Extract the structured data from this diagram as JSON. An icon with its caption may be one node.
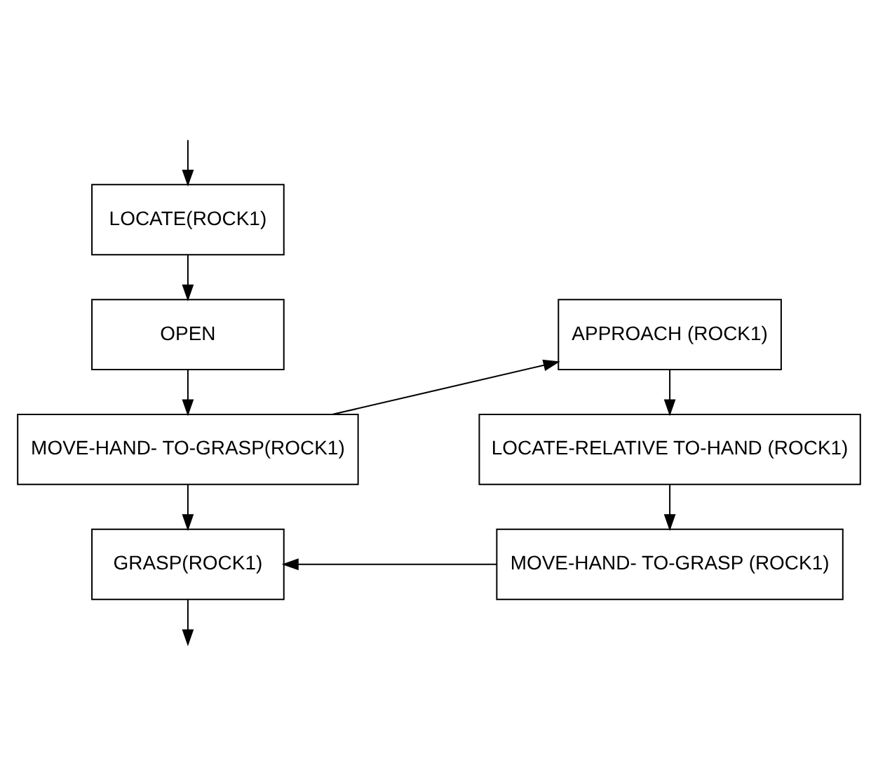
{
  "diagram": {
    "nodes": [
      {
        "text": [
          "LOCATE(ROCK1)"
        ]
      },
      {
        "text": [
          "OPEN"
        ]
      },
      {
        "text": [
          "MOVE-HAND- TO-GRASP(ROCK1)"
        ]
      },
      {
        "text": [
          "GRASP(ROCK1)"
        ]
      },
      {
        "text": [
          "APPROACH (ROCK1)"
        ]
      },
      {
        "text": [
          "LOCATE-RELATIVE TO-HAND (ROCK1)"
        ]
      },
      {
        "text": [
          "MOVE-HAND- TO-GRASP (ROCK1)"
        ]
      }
    ],
    "edges": [
      {
        "from": null,
        "to": 0,
        "arrow": "to"
      },
      {
        "from": 0,
        "to": 1,
        "arrow": "to"
      },
      {
        "from": 1,
        "to": 2,
        "arrow": "to"
      },
      {
        "from": 2,
        "to": 3,
        "arrow": "to"
      },
      {
        "from": 3,
        "to": null,
        "arrow": "to"
      },
      {
        "from": 2,
        "to": 4,
        "arrow": "to"
      },
      {
        "from": 4,
        "to": 5,
        "arrow": "to"
      },
      {
        "from": 5,
        "to": 6,
        "arrow": "to"
      },
      {
        "from": 6,
        "to": 3,
        "arrow": "to"
      }
    ]
  }
}
